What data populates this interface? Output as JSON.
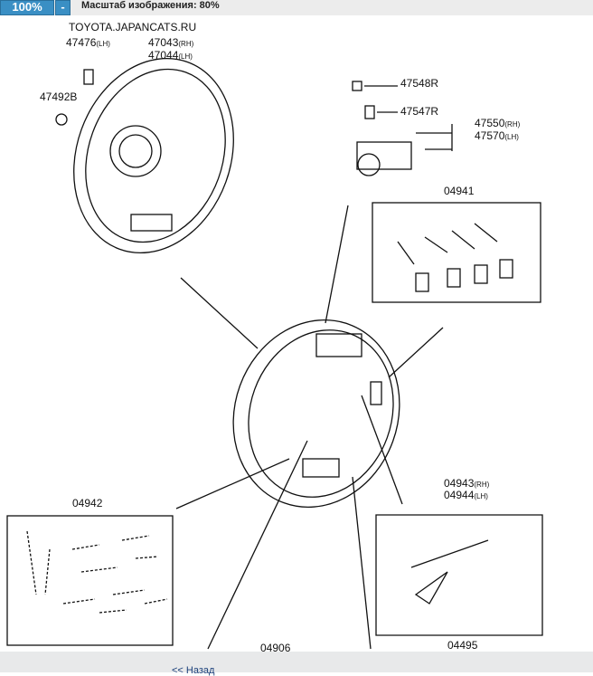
{
  "toolbar": {
    "zoom_label": "100%",
    "minus_label": "-",
    "scale_text": "Масштаб изображения: 80%"
  },
  "watermark": "TOYOTA.JAPANCATS.RU",
  "parts": {
    "p47476": "47476",
    "p47476s": "(LH)",
    "p47043": "47043",
    "p47043s": "(RH)",
    "p47044": "47044",
    "p47044s": "(LH)",
    "p47492B": "47492B",
    "p47548R": "47548R",
    "p47547R": "47547R",
    "p47550": "47550",
    "p47550s": "(RH)",
    "p47570": "47570",
    "p47570s": "(LH)",
    "p04941": "04941",
    "p04942": "04942",
    "p04943": "04943",
    "p04943s": "(RH)",
    "p04944": "04944",
    "p04944s": "(LH)",
    "p04906": "04906",
    "p04495": "04495"
  },
  "footer": {
    "back_label": "<< Назад"
  }
}
